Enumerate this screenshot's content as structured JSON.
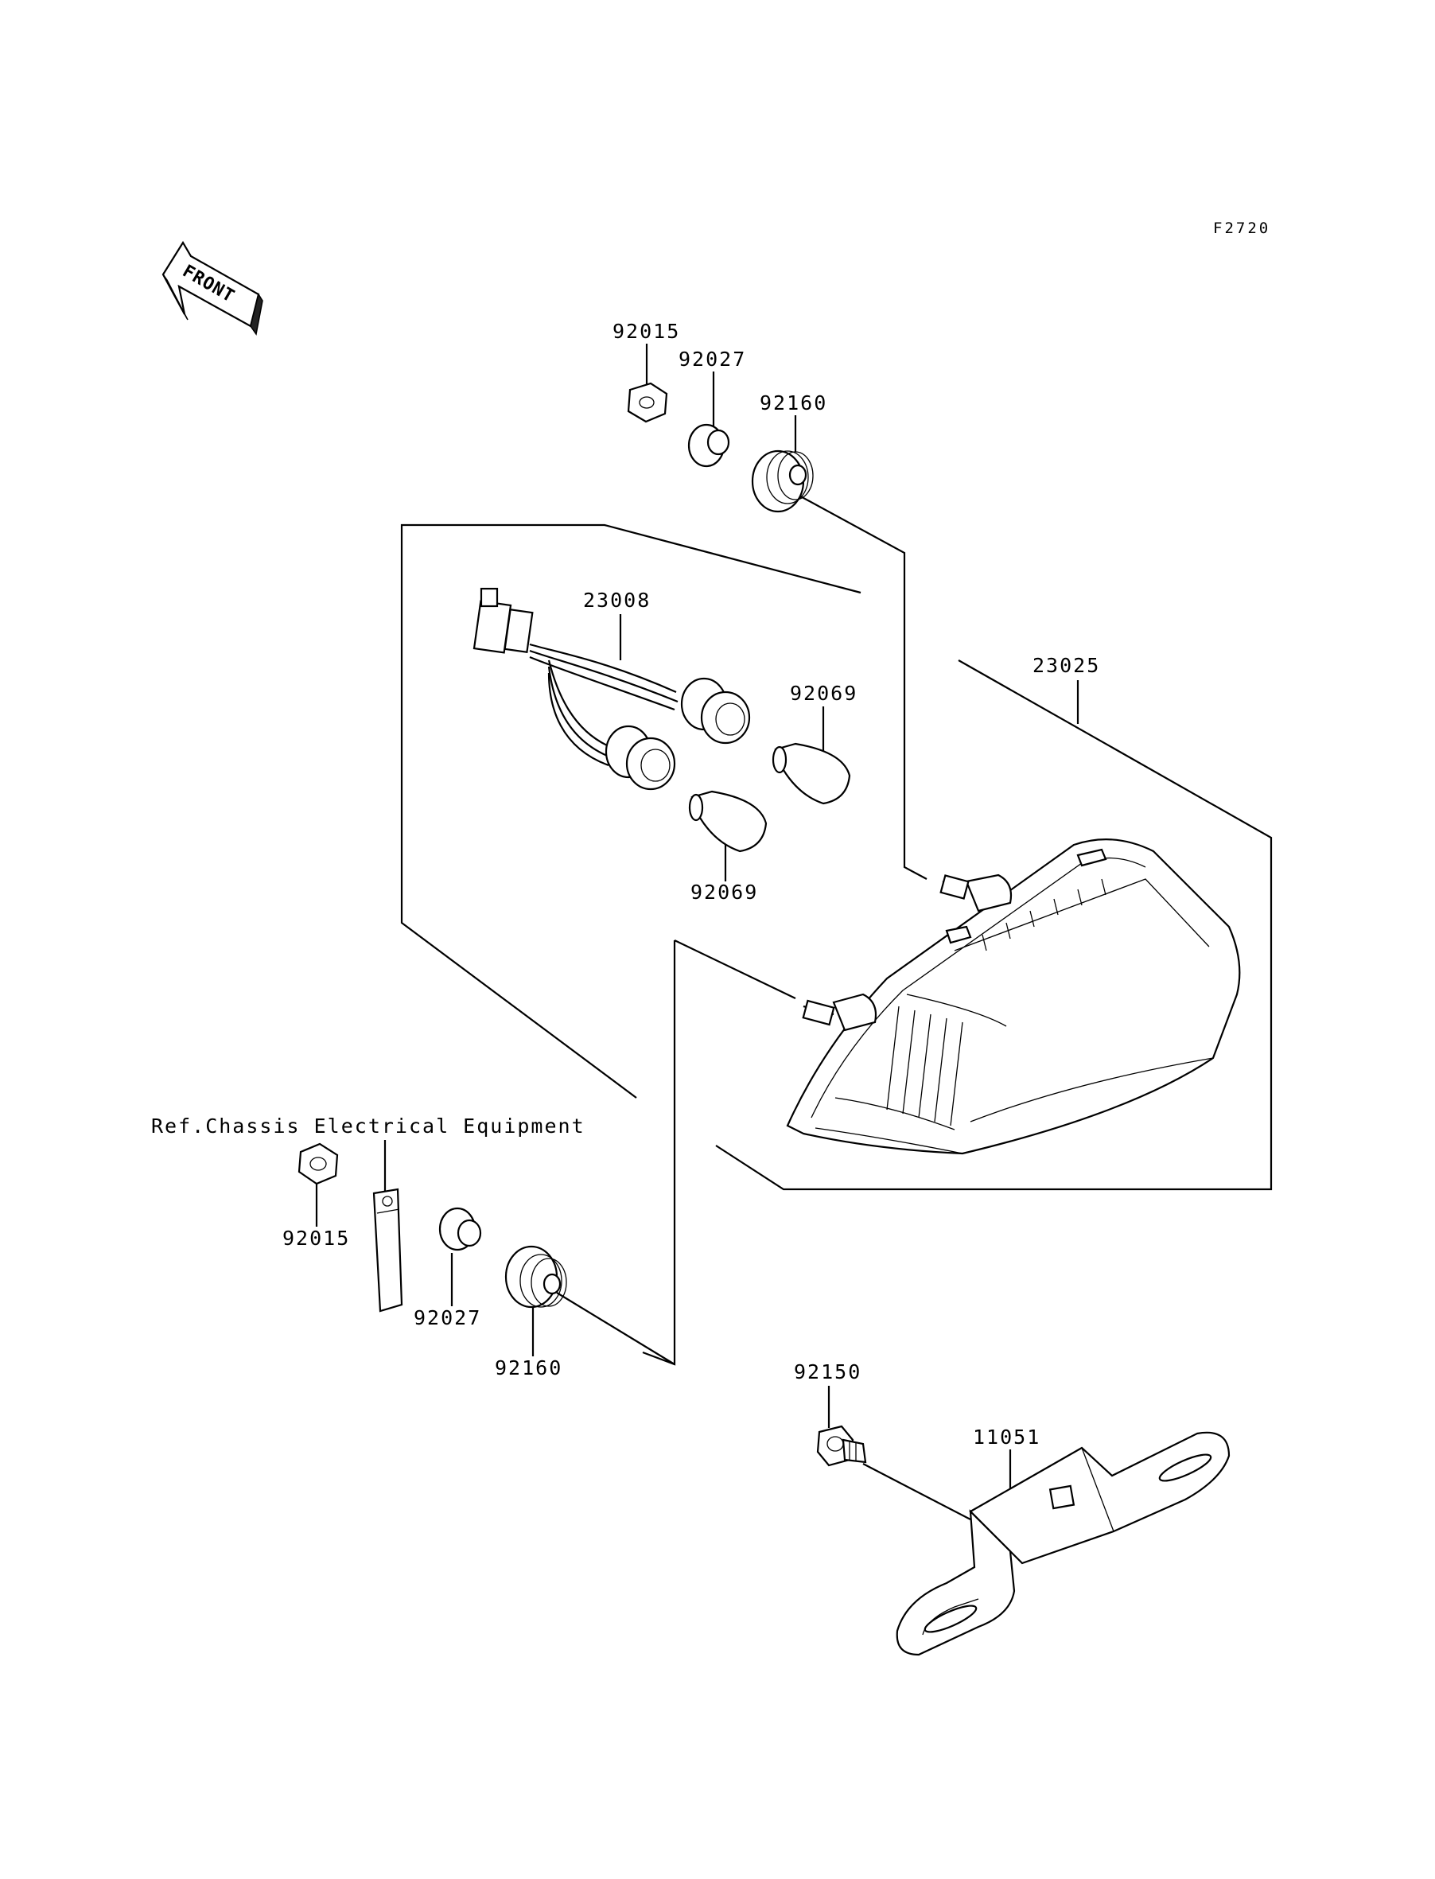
{
  "figure_code": "F2720",
  "front_label": "FRONT",
  "reference_note": "Ref.Chassis Electrical Equipment",
  "parts": {
    "nut_top": "92015",
    "collar_top": "92027",
    "grommet_top": "92160",
    "wiring_harness": "23008",
    "bulb_right": "92069",
    "bulb_left": "92069",
    "tail_lamp_assy": "23025",
    "nut_bottom": "92015",
    "collar_bottom": "92027",
    "grommet_bottom": "92160",
    "bolt": "92150",
    "bracket": "11051"
  }
}
